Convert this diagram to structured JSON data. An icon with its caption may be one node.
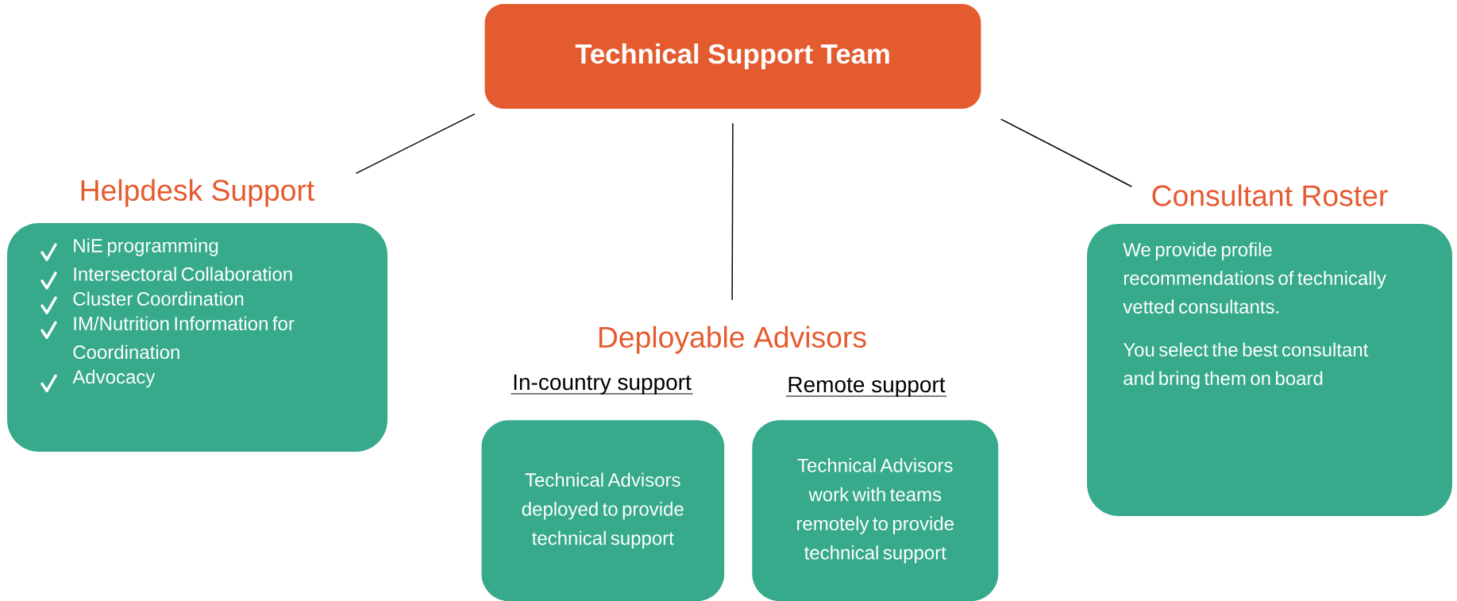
{
  "diagram": {
    "nodes": [
      {
        "text": [
          "Technical Support Team"
        ]
      },
      {
        "text": [
          "Helpdesk Support",
          "NiE programming",
          "Intersectoral Collaboration",
          "Cluster Coordination",
          "IM/Nutrition Information for Coordination",
          "Advocacy"
        ]
      },
      {
        "text": [
          "Deployable Advisors"
        ]
      },
      {
        "text": [
          "In-country support",
          "Technical Advisors deployed to provide technical support"
        ]
      },
      {
        "text": [
          "Remote support",
          "Technical Advisors work with teams remotely to provide technical support"
        ]
      },
      {
        "text": [
          "Consultant Roster",
          "We provide profile recommendations of technically vetted consultants.",
          "You select the best consultant and bring them on board"
        ]
      }
    ],
    "edges": [
      {
        "from": 0,
        "to": 1,
        "arrow": "none"
      },
      {
        "from": 0,
        "to": 2,
        "arrow": "none"
      },
      {
        "from": 0,
        "to": 5,
        "arrow": "none"
      }
    ]
  }
}
